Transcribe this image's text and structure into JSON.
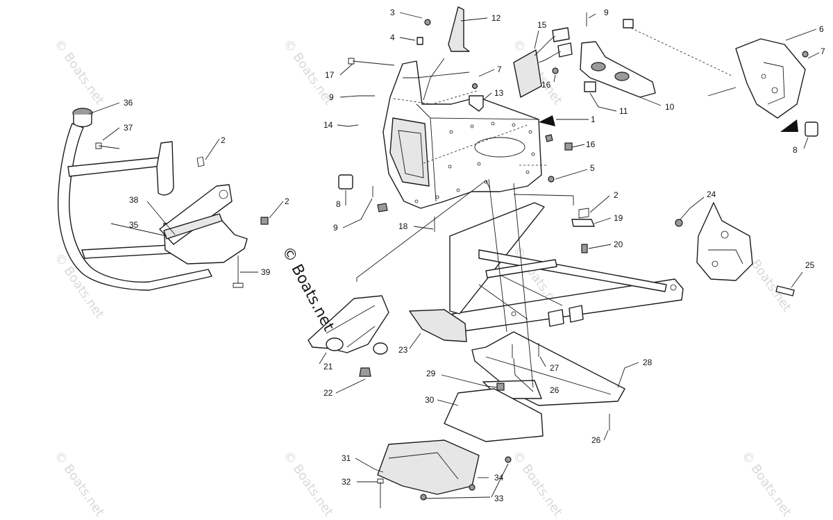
{
  "watermark": {
    "faint_text": "© Boats.net",
    "center_text": "© Boats.net"
  },
  "callouts": [
    {
      "id": "c1",
      "label": "1"
    },
    {
      "id": "c2a",
      "label": "2"
    },
    {
      "id": "c2b",
      "label": "2"
    },
    {
      "id": "c2c",
      "label": "2"
    },
    {
      "id": "c3",
      "label": "3"
    },
    {
      "id": "c4",
      "label": "4"
    },
    {
      "id": "c5",
      "label": "5"
    },
    {
      "id": "c6",
      "label": "6"
    },
    {
      "id": "c7a",
      "label": "7"
    },
    {
      "id": "c7b",
      "label": "7"
    },
    {
      "id": "c8a",
      "label": "8"
    },
    {
      "id": "c8b",
      "label": "8"
    },
    {
      "id": "c9a",
      "label": "9"
    },
    {
      "id": "c9b",
      "label": "9"
    },
    {
      "id": "c9c",
      "label": "9"
    },
    {
      "id": "c10",
      "label": "10"
    },
    {
      "id": "c11",
      "label": "11"
    },
    {
      "id": "c12",
      "label": "12"
    },
    {
      "id": "c13",
      "label": "13"
    },
    {
      "id": "c14",
      "label": "14"
    },
    {
      "id": "c15",
      "label": "15"
    },
    {
      "id": "c16a",
      "label": "16"
    },
    {
      "id": "c16b",
      "label": "16"
    },
    {
      "id": "c17",
      "label": "17"
    },
    {
      "id": "c18",
      "label": "18"
    },
    {
      "id": "c19",
      "label": "19"
    },
    {
      "id": "c20",
      "label": "20"
    },
    {
      "id": "c21",
      "label": "21"
    },
    {
      "id": "c22",
      "label": "22"
    },
    {
      "id": "c23",
      "label": "23"
    },
    {
      "id": "c24",
      "label": "24"
    },
    {
      "id": "c25",
      "label": "25"
    },
    {
      "id": "c26a",
      "label": "26"
    },
    {
      "id": "c26b",
      "label": "26"
    },
    {
      "id": "c27",
      "label": "27"
    },
    {
      "id": "c28",
      "label": "28"
    },
    {
      "id": "c29",
      "label": "29"
    },
    {
      "id": "c30",
      "label": "30"
    },
    {
      "id": "c31",
      "label": "31"
    },
    {
      "id": "c32",
      "label": "32"
    },
    {
      "id": "c33",
      "label": "33"
    },
    {
      "id": "c34",
      "label": "34"
    },
    {
      "id": "c35",
      "label": "35"
    },
    {
      "id": "c36",
      "label": "36"
    },
    {
      "id": "c37",
      "label": "37"
    },
    {
      "id": "c38",
      "label": "38"
    },
    {
      "id": "c39",
      "label": "39"
    }
  ]
}
